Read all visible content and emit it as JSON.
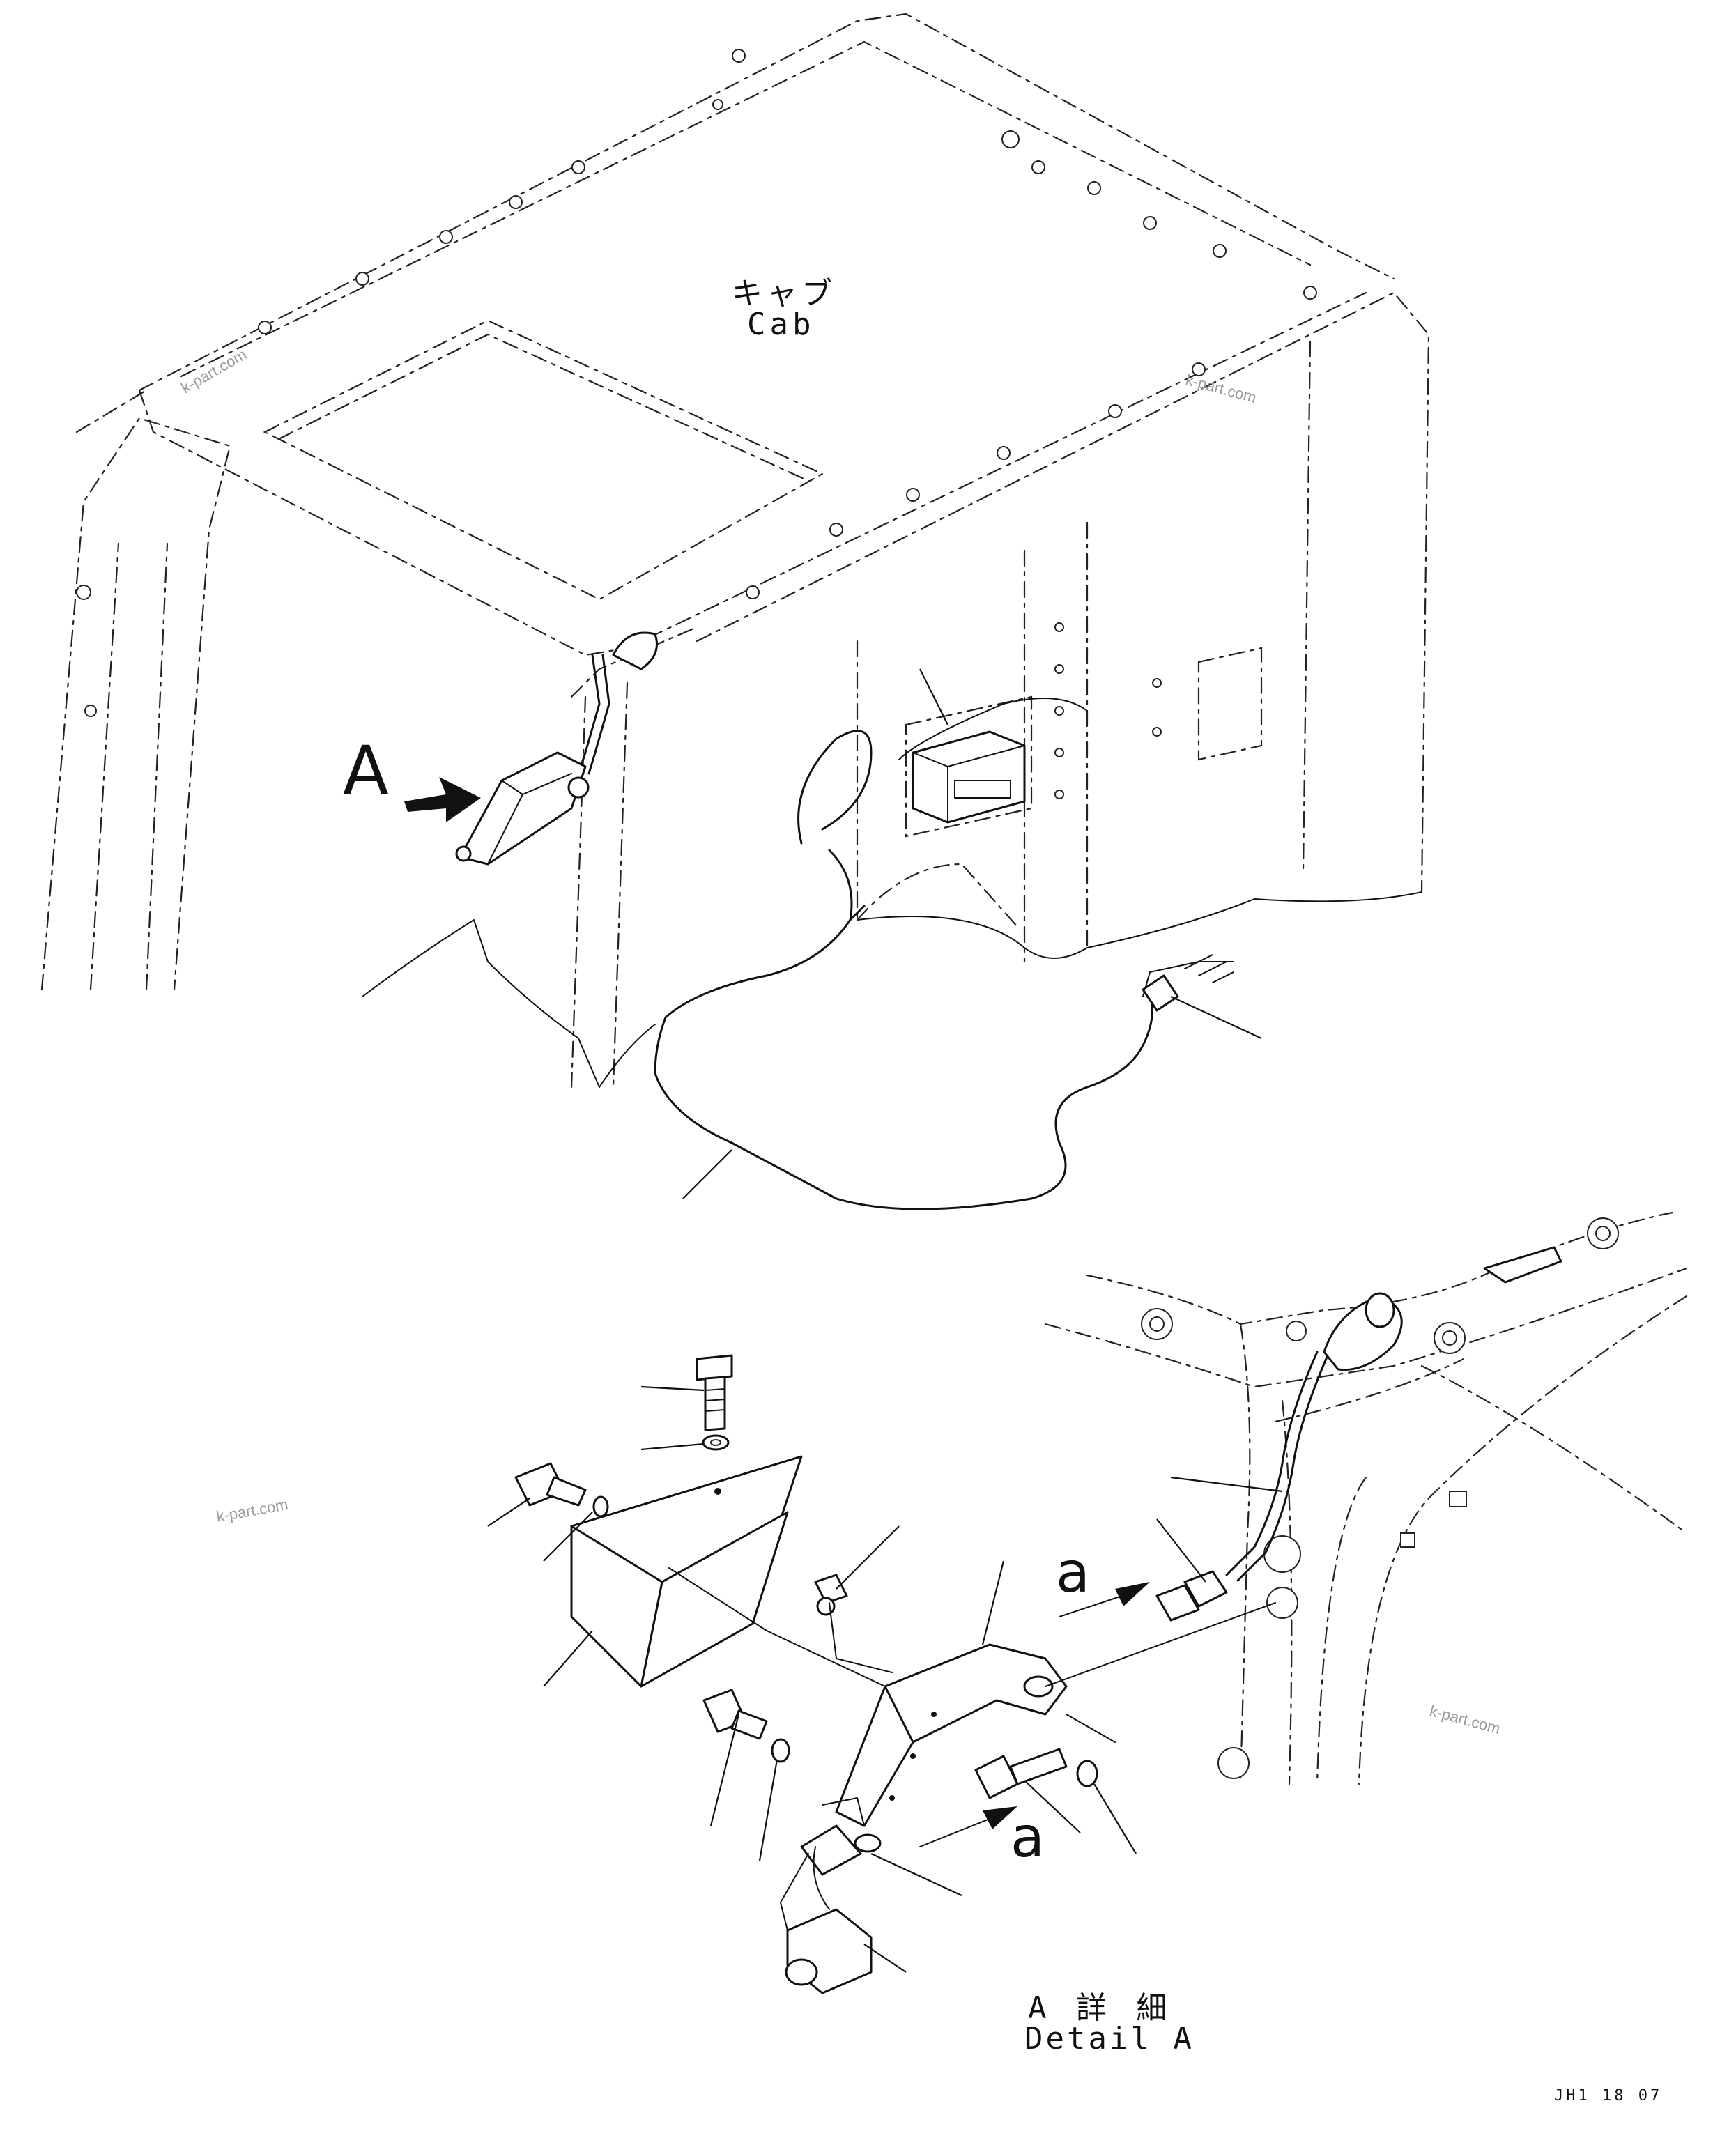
{
  "labels": {
    "cab_jp": "キャブ",
    "cab_en": "Cab",
    "view_marker": "A",
    "detail_jp": "A 詳 細",
    "detail_en": "Detail A",
    "ref_a_upper": "a",
    "ref_a_lower": "a",
    "drawing_code": "JH1 18 07"
  },
  "watermarks": [
    "k-part.com",
    "k-part.com",
    "k-part.com",
    "k-part.com"
  ],
  "colors": {
    "line": "#111111",
    "watermark": "#9a9a9a",
    "background": "#ffffff"
  }
}
